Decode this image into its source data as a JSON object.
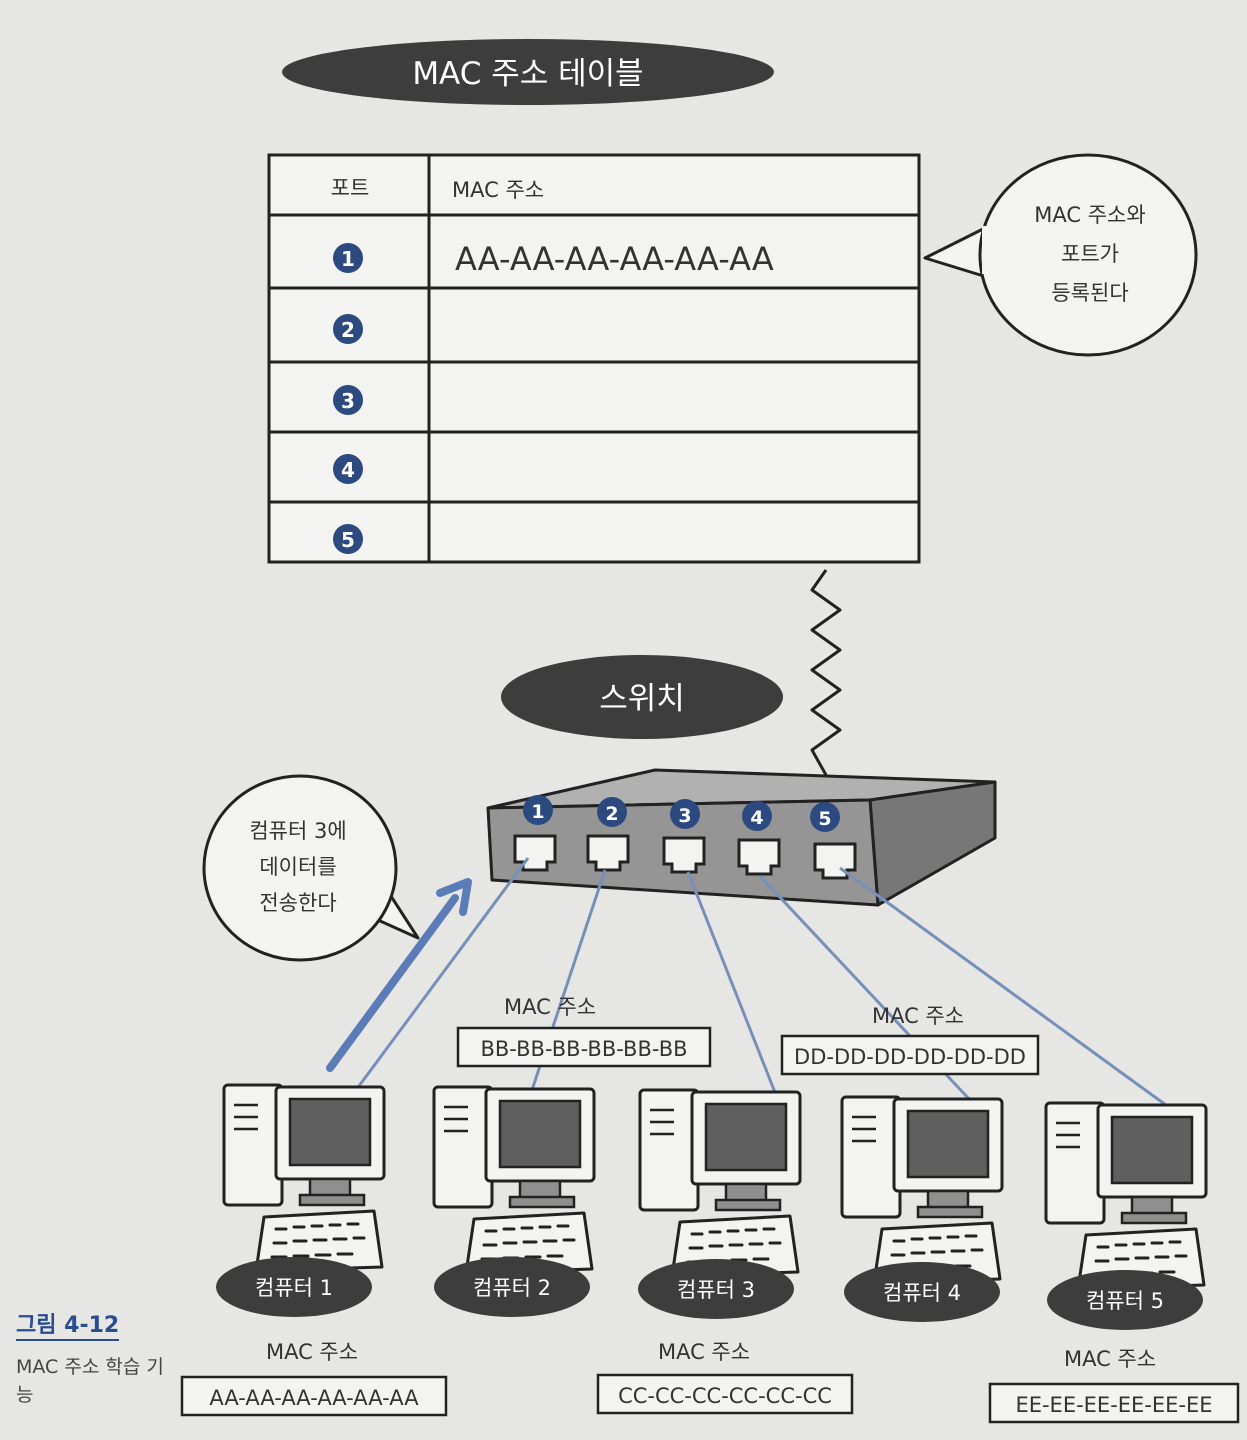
{
  "table_title": "MAC 주소 테이블",
  "table": {
    "headers": [
      "포트",
      "MAC 주소"
    ],
    "rows": [
      {
        "port": "1",
        "mac": "AA-AA-AA-AA-AA-AA"
      },
      {
        "port": "2",
        "mac": ""
      },
      {
        "port": "3",
        "mac": ""
      },
      {
        "port": "4",
        "mac": ""
      },
      {
        "port": "5",
        "mac": ""
      }
    ]
  },
  "bubble_register": [
    "MAC 주소와",
    "포트가",
    "등록된다"
  ],
  "switch_label": "스위치",
  "switch_ports": [
    "1",
    "2",
    "3",
    "4",
    "5"
  ],
  "bubble_send": [
    "컴퓨터 3에",
    "데이터를",
    "전송한다"
  ],
  "computers": [
    {
      "name": "컴퓨터 1",
      "mac_label": "MAC 주소",
      "mac": "AA-AA-AA-AA-AA-AA"
    },
    {
      "name": "컴퓨터 2",
      "mac_label": "MAC 주소",
      "mac": "BB-BB-BB-BB-BB-BB"
    },
    {
      "name": "컴퓨터 3",
      "mac_label": "MAC 주소",
      "mac": "CC-CC-CC-CC-CC-CC"
    },
    {
      "name": "컴퓨터 4",
      "mac_label": "MAC 주소",
      "mac": "DD-DD-DD-DD-DD-DD"
    },
    {
      "name": "컴퓨터 5",
      "mac_label": "MAC 주소",
      "mac": "EE-EE-EE-EE-EE-EE"
    }
  ],
  "caption": {
    "number": "그림 4-12",
    "text": "MAC 주소 학습 기능"
  },
  "colors": {
    "pill": "#3d3d3d",
    "badge": "#2c4a80",
    "cable": "#7890b8",
    "arrow": "#5c7cb8",
    "device": "#8f8f8f",
    "screen": "#5f5f5f"
  }
}
